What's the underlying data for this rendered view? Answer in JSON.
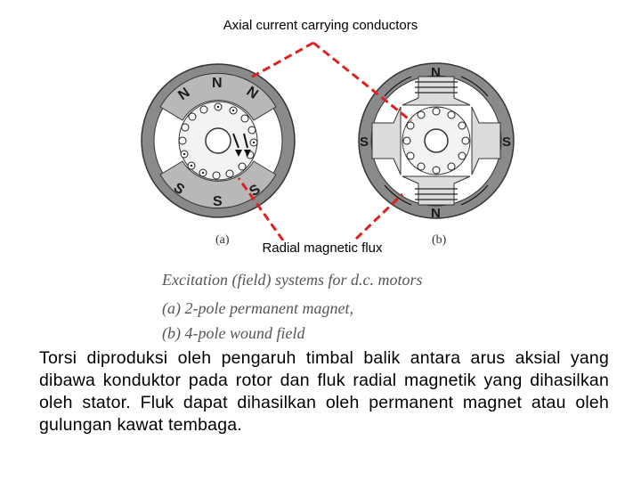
{
  "labels": {
    "axial": "Axial current carrying conductors",
    "radial": "Radial magnetic flux",
    "sub_a": "(a)",
    "sub_b": "(b)"
  },
  "poles": {
    "north": "N",
    "south": "S"
  },
  "caption": {
    "title": "Excitation (field) systems for d.c. motors",
    "line_a": "(a) 2-pole permanent magnet,",
    "line_b": "(b) 4-pole wound field"
  },
  "paragraph": "Torsi diproduksi oleh pengaruh timbal balik antara arus aksial yang dibawa konduktor pada rotor dan fluk radial magnetik yang dihasilkan oleh stator. Fluk dapat dihasilkan oleh permanent magnet atau oleh gulungan kawat tembaga.",
  "colors": {
    "pointer": "#e02020",
    "stator": "#888888",
    "magnet": "#b5b5b5",
    "rotor": "#f4f4f4"
  }
}
